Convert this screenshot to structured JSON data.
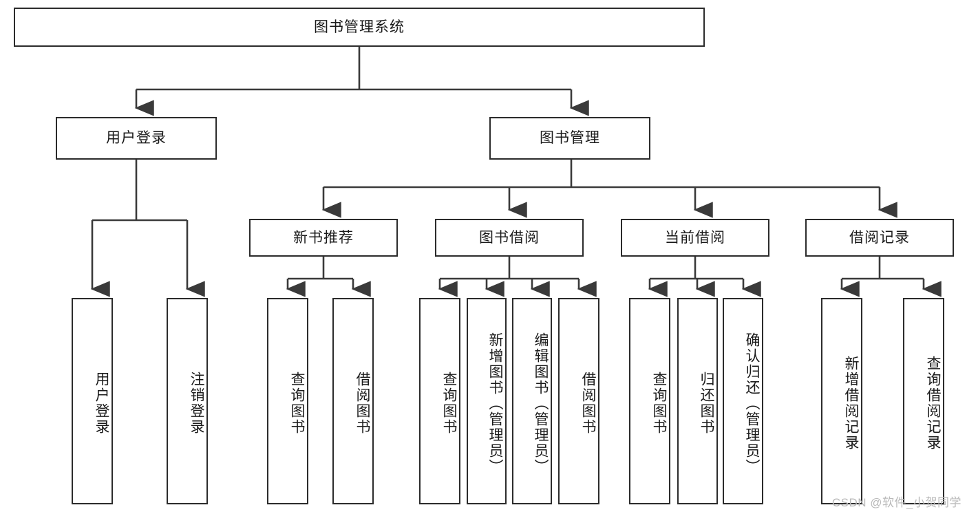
{
  "diagram": {
    "title": "图书管理系统",
    "type": "hierarchy-tree",
    "root": {
      "label": "图书管理系统"
    },
    "level2": [
      {
        "label": "用户登录"
      },
      {
        "label": "图书管理"
      }
    ],
    "level3": [
      {
        "label": "新书推荐"
      },
      {
        "label": "图书借阅"
      },
      {
        "label": "当前借阅"
      },
      {
        "label": "借阅记录"
      }
    ],
    "leaves": {
      "user_login": [
        {
          "label": "用户登录"
        },
        {
          "label": "注销登录"
        }
      ],
      "new_book_recommend": [
        {
          "label": "查询图书"
        },
        {
          "label": "借阅图书"
        }
      ],
      "book_borrow": [
        {
          "label": "查询图书"
        },
        {
          "label": "新增图书（管理员）"
        },
        {
          "label": "编辑图书（管理员）"
        },
        {
          "label": "借阅图书"
        }
      ],
      "current_borrow": [
        {
          "label": "查询图书"
        },
        {
          "label": "归还图书"
        },
        {
          "label": "确认归还（管理员）"
        }
      ],
      "borrow_record": [
        {
          "label": "新增借阅记录"
        },
        {
          "label": "查询借阅记录"
        }
      ]
    }
  },
  "watermark": {
    "text": "CSDN @软件_小贺同学",
    "color": "#b9b9b9"
  },
  "colors": {
    "box_border": "#2b2b2b",
    "connector": "#3a3a3a",
    "background": "#ffffff",
    "text": "#1a1a1a"
  }
}
